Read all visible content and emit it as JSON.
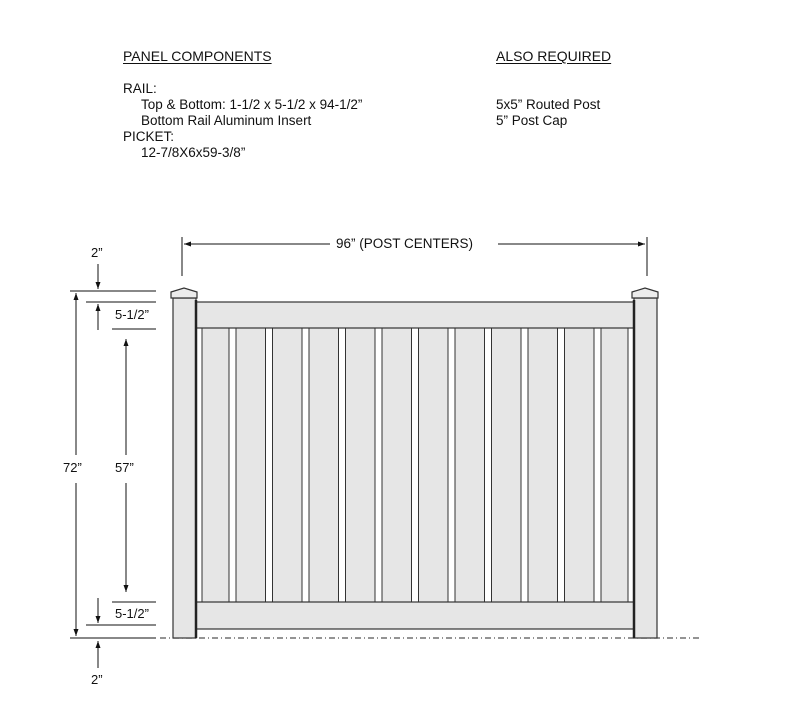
{
  "panel_components": {
    "heading": "PANEL COMPONENTS",
    "rail_label": "RAIL:",
    "rail_items": [
      "Top & Bottom: 1-1/2 x 5-1/2 x 94-1/2”",
      "Bottom Rail Aluminum Insert"
    ],
    "picket_label": "PICKET:",
    "picket_items": [
      "12-7/8X6x59-3/8”"
    ]
  },
  "also_required": {
    "heading": "ALSO REQUIRED",
    "items": [
      "5x5” Routed Post",
      "5” Post Cap"
    ]
  },
  "dimensions": {
    "width_label": "96” (POST CENTERS)",
    "top_gap": "2”",
    "top_rail": "5-1/2”",
    "overall_height": "72”",
    "picket_height": "57”",
    "bottom_rail": "5-1/2”",
    "bottom_gap": "2”"
  },
  "fence": {
    "picket_count": 12,
    "fill_color": "#e6e6e6",
    "stroke_color": "#333333"
  }
}
